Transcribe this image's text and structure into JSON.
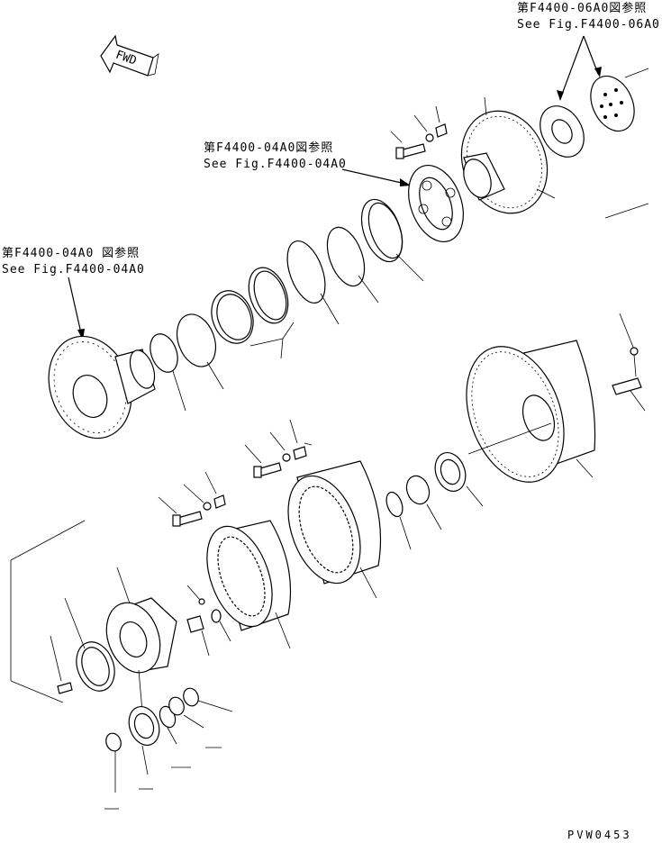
{
  "direction_marker": {
    "label": "FWD"
  },
  "references": [
    {
      "jp": "第F4400-06A0図参照",
      "en": "See Fig.F4400-06A0"
    },
    {
      "jp": "第F4400-04A0図参照",
      "en": "See Fig.F4400-04A0"
    },
    {
      "jp": "第F4400-04A0 図参照",
      "en": "See Fig.F4400-04A0"
    }
  ],
  "drawing_code": "PVW0453"
}
